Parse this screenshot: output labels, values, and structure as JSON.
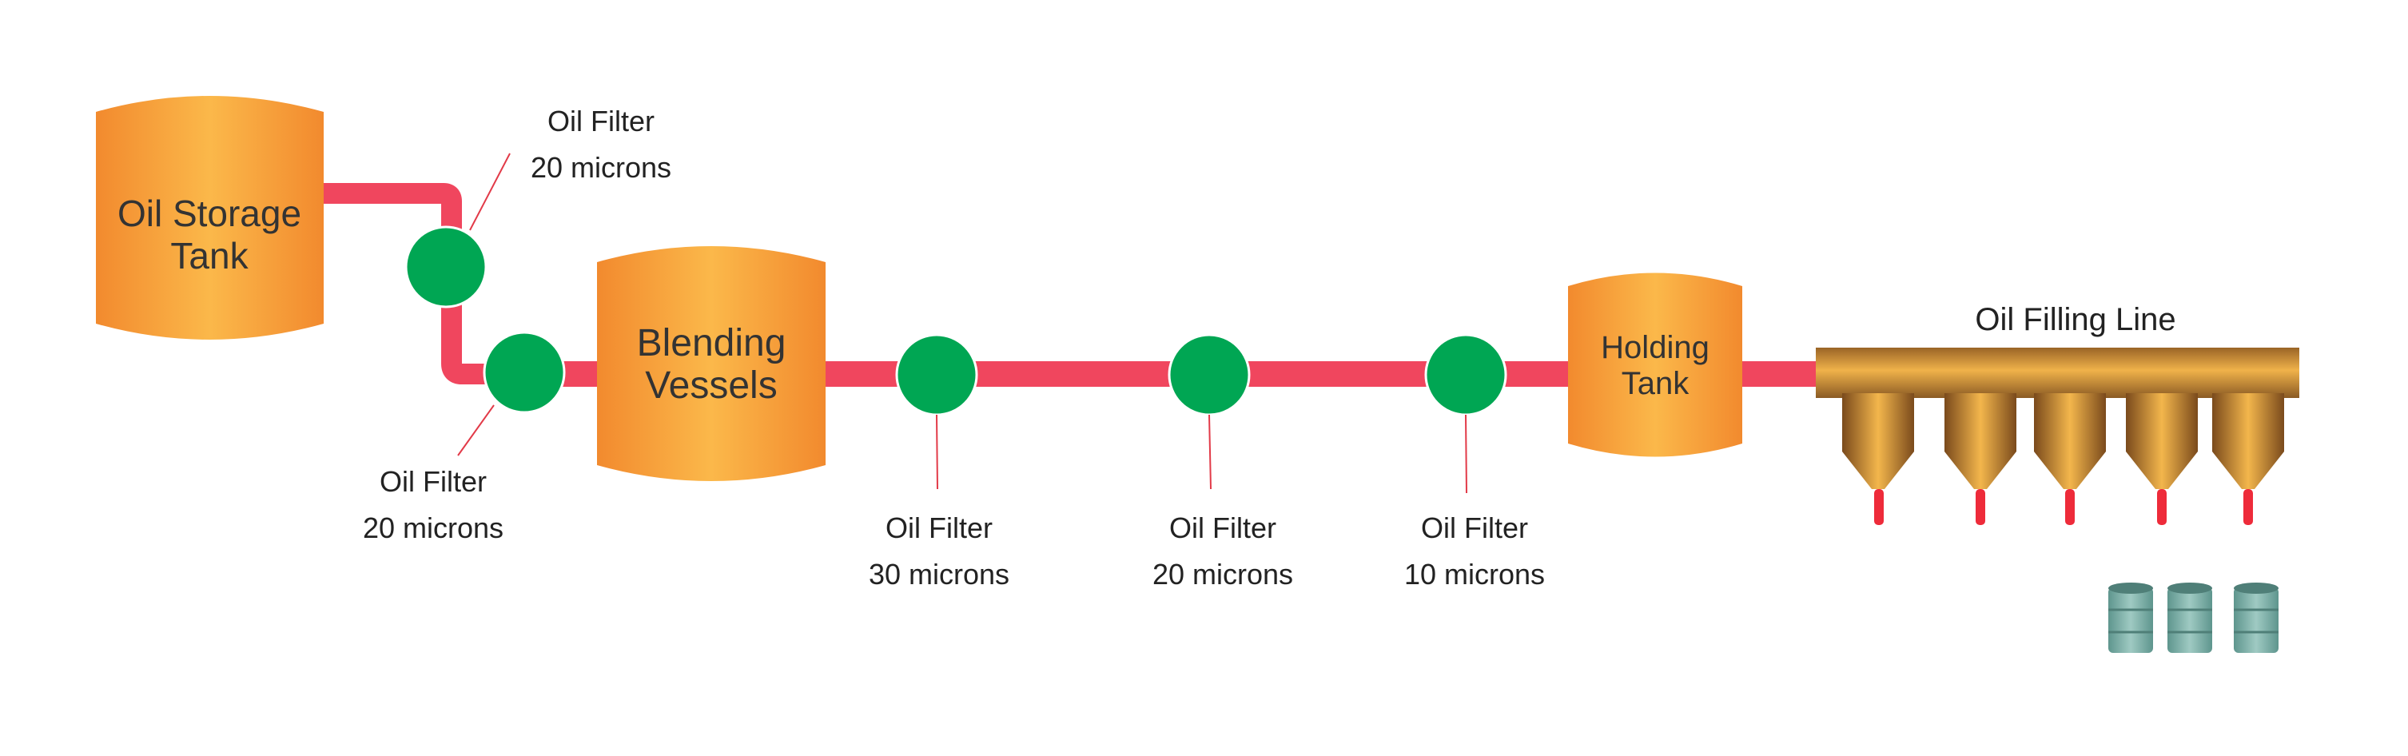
{
  "colors": {
    "pipe": "#f0465e",
    "filter": "#00a653",
    "tank_edge": "#f28a2e",
    "tank_mid": "#fbb84a",
    "line_edge": "#8a5a24",
    "line_mid": "#f0b24a",
    "nozzle": "#ee2b3a",
    "drum": "#7fb5ad"
  },
  "tanks": {
    "storage": {
      "line1": "Oil Storage",
      "line2": "Tank"
    },
    "blending": {
      "line1": "Blending",
      "line2": "Vessels"
    },
    "holding": {
      "line1": "Holding",
      "line2": "Tank"
    }
  },
  "filling_line": {
    "label": "Oil Filling Line"
  },
  "filters": [
    {
      "name": "Oil Filter",
      "rating": "20 microns"
    },
    {
      "name": "Oil Filter",
      "rating": "20 microns"
    },
    {
      "name": "Oil Filter",
      "rating": "30 microns"
    },
    {
      "name": "Oil Filter",
      "rating": "20 microns"
    },
    {
      "name": "Oil Filter",
      "rating": "10 microns"
    }
  ]
}
